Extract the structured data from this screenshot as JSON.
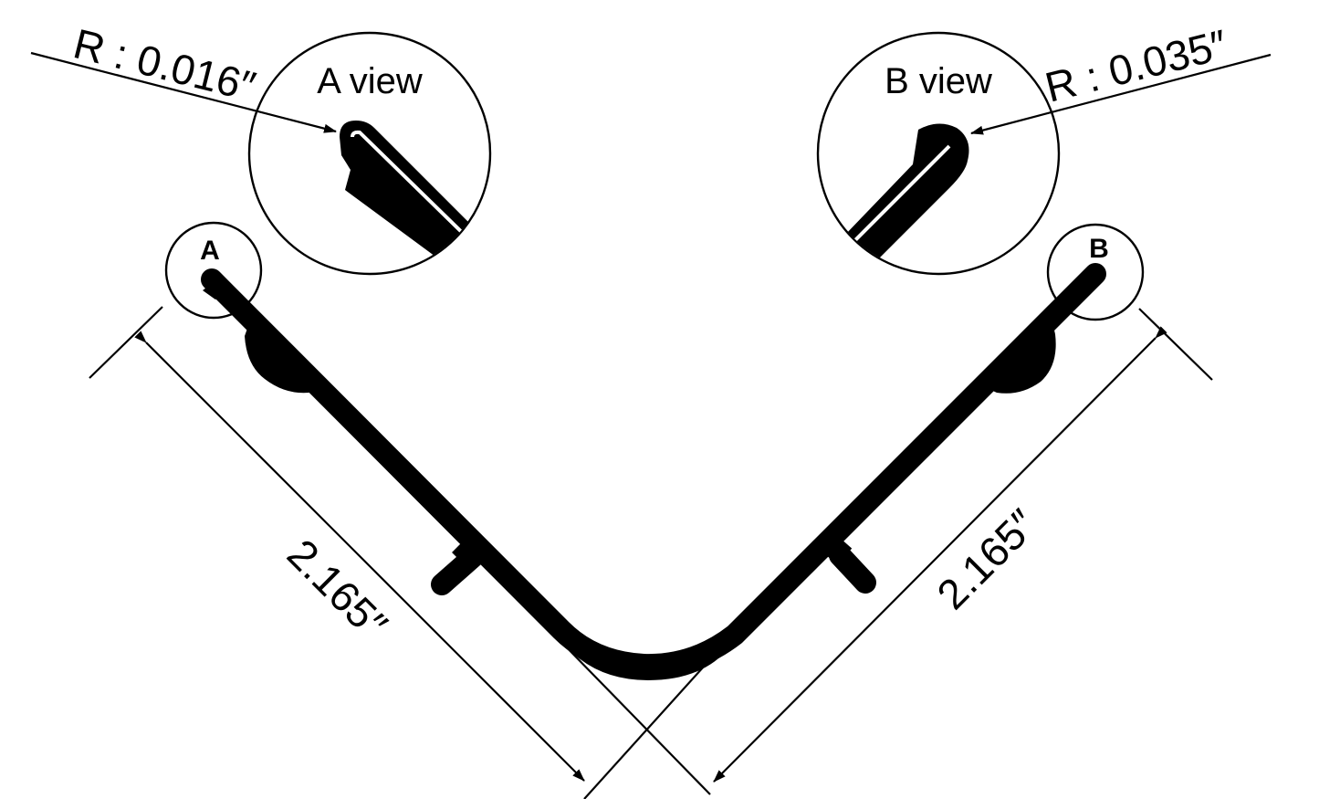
{
  "colors": {
    "profile": "#000000",
    "background": "#ffffff"
  },
  "detail_a": {
    "view_title": "A view",
    "radius_label": "R : 0.016″",
    "callout_letter": "A"
  },
  "detail_b": {
    "view_title": "B view",
    "radius_label": "R : 0.035″",
    "callout_letter": "B"
  },
  "dimension_left": {
    "value": "2.165″"
  },
  "dimension_right": {
    "value": "2.165″"
  }
}
